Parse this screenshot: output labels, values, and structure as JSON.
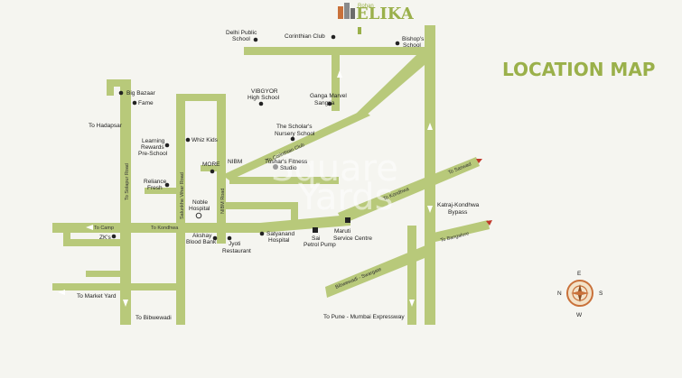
{
  "logo": {
    "small": "Rohan",
    "name": "ELIKA"
  },
  "title": "LOCATION MAP",
  "watermark": {
    "line1": "Square",
    "line2": "Yards"
  },
  "landmarks": {
    "delhi_public_school": [
      "Delhi Public",
      "School"
    ],
    "corinthian_club": "Corinthian Club",
    "bishops_school": [
      "Bishop's",
      "School"
    ],
    "big_bazaar": "Big Bazaar",
    "fame": "Fame",
    "vibgyor": [
      "VIBGYOR",
      "High School"
    ],
    "ganga_marvel": [
      "Ganga Marvel",
      "Sangria"
    ],
    "scholars_nursery": [
      "The Scholar's",
      "Nursery School"
    ],
    "learning_rewards": [
      "Learning",
      "Rewards",
      "Pre-School"
    ],
    "whiz_kids": "Whiz Kids",
    "nibm": "NIBM",
    "more": "MORE",
    "tushars_fitness": [
      "Tushar's Fitness",
      "Studio"
    ],
    "reliance_fresh": [
      "Reliance",
      "Fresh"
    ],
    "noble_hospital": [
      "Noble",
      "Hospital"
    ],
    "zks": "ZK's",
    "akshay_blood_bank": [
      "Akshay",
      "Blood Bank"
    ],
    "jyoti_restaurant": [
      "Jyoti",
      "Restaurant"
    ],
    "satyanand_hospital": [
      "Satyanand",
      "Hospital"
    ],
    "sai_petrol_pump": [
      "Sai",
      "Petrol Pump"
    ],
    "maruti_service": [
      "Maruti",
      "Service Centre"
    ],
    "katraj_bypass": [
      "Katraj-Kondhwa",
      "Bypass"
    ]
  },
  "roads": {
    "to_hadapsar": "To Hadapsar",
    "to_camp": "To Camp",
    "to_kondhwa": "To Kondhwa",
    "to_market_yard": "To Market Yard",
    "to_bibwewadi": "To Bibwewadi",
    "to_pune_mumbai": "To Pune - Mumbai Expressway",
    "to_saswad": "To Saswad",
    "to_bangalore": "To Bangalore",
    "to_kondhwa_east": "To Kondhwa",
    "to_corinthian": "To Corinthian Club",
    "solapur_road": "To Solapur Road",
    "salunkhe_vihar": "Salunkhe Vihar Road",
    "nibm_road": "NIBM Road",
    "bibwewadi_swargate": "Bibwewadi - Swargate"
  },
  "compass": {
    "n": "N",
    "e": "E",
    "s": "S",
    "w": "W"
  },
  "colors": {
    "road": "#b8c97a",
    "accent": "#9ab04a",
    "background": "#f5f5f0"
  }
}
